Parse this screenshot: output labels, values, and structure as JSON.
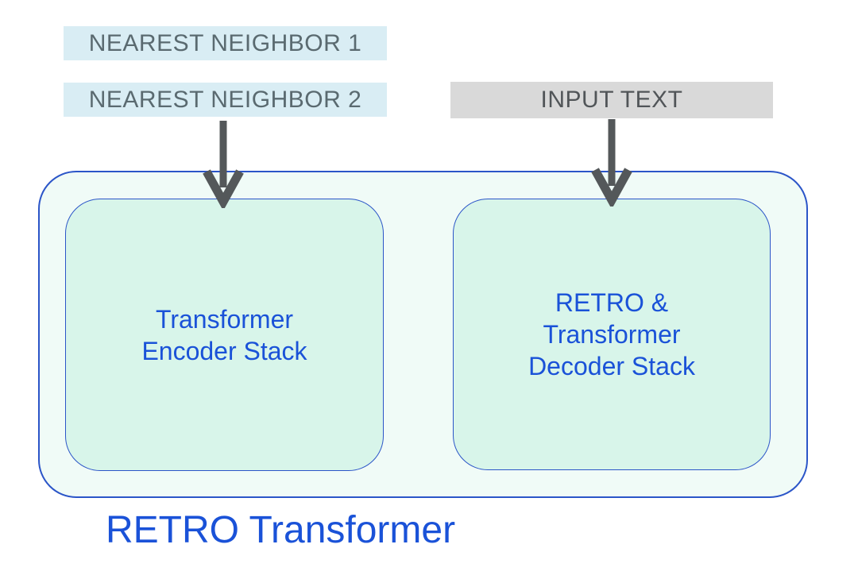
{
  "diagram_title": "RETRO Transformer",
  "sources": {
    "nearest_neighbor_1": "NEAREST NEIGHBOR 1",
    "nearest_neighbor_2": "NEAREST NEIGHBOR 2",
    "input_text": "INPUT TEXT"
  },
  "container": {
    "label": "RETRO Transformer",
    "encoder": {
      "lines": [
        "Transformer",
        "Encoder Stack"
      ]
    },
    "decoder": {
      "lines": [
        "RETRO &",
        "Transformer",
        "Decoder Stack"
      ]
    }
  },
  "colors": {
    "nn_box_bg": "#d9edf4",
    "input_box_bg": "#d9d9d9",
    "outer_bg": "#f0fbf7",
    "inner_bg": "#d8f5ea",
    "border_blue": "#2b55c8",
    "text_blue": "#1a52d8",
    "label_gray": "#5a6a70",
    "input_gray": "#515558",
    "arrow_gray": "#54585a"
  }
}
